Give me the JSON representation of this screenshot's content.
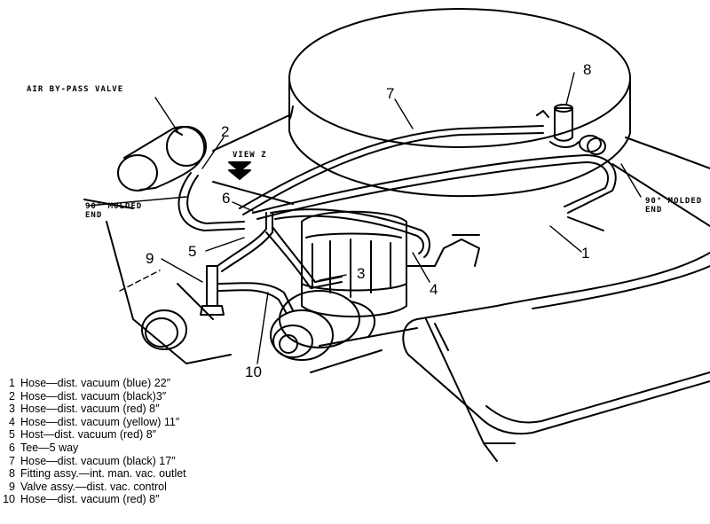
{
  "labels": {
    "air_bypass_valve": "AIR BY-PASS VALVE",
    "view_z": "VIEW Z",
    "molded_end_left": "90° MOLDED\nEND",
    "molded_end_right": "90° MOLDED\nEND"
  },
  "callouts": [
    "1",
    "2",
    "3",
    "4",
    "5",
    "6",
    "7",
    "8",
    "9",
    "10"
  ],
  "legend": [
    {
      "num": "1",
      "text": "Hose—dist. vacuum (blue) 22″"
    },
    {
      "num": "2",
      "text": "Hose—dist. vacuum (black)3″"
    },
    {
      "num": "3",
      "text": "Hose—dist. vacuum (red) 8″"
    },
    {
      "num": "4",
      "text": "Hose—dist. vacuum (yellow) 11″"
    },
    {
      "num": "5",
      "text": "Host—dist. vacuum (red) 8″"
    },
    {
      "num": "6",
      "text": "Tee—5 way"
    },
    {
      "num": "7",
      "text": "Hose—dist. vacuum (black) 17″"
    },
    {
      "num": "8",
      "text": "Fitting assy.—int. man. vac. outlet"
    },
    {
      "num": "9",
      "text": "Valve assy.—dist. vac. control"
    },
    {
      "num": "10",
      "text": "Hose—dist. vacuum (red) 8″"
    }
  ]
}
